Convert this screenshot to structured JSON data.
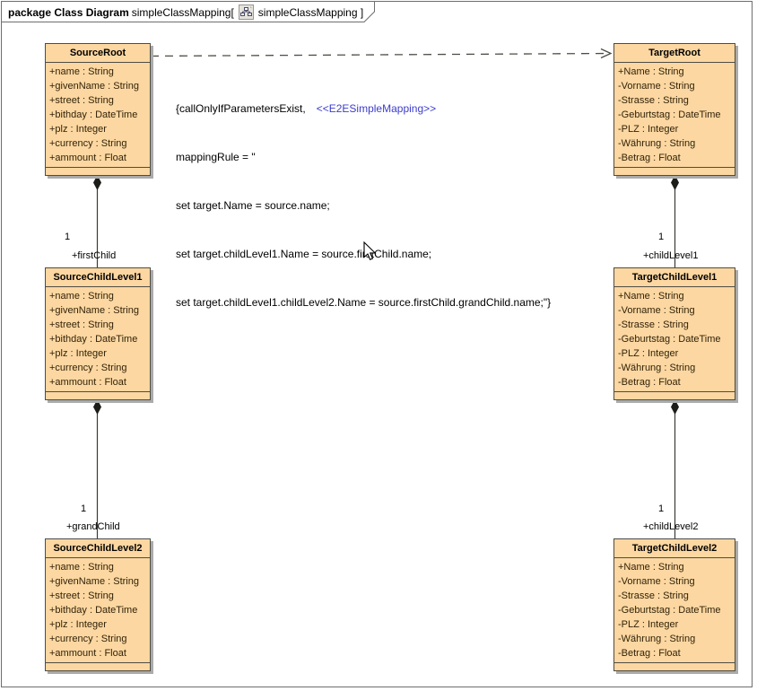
{
  "window": {
    "tab": {
      "keyword": "package Class Diagram",
      "diagram_name": "simpleClassMapping[",
      "diagram_name_bracket": "simpleClassMapping ]",
      "icon": "diagram-hierarchy-icon"
    }
  },
  "colors": {
    "class_fill": "#fcd7a1",
    "class_border": "#4d4d45",
    "shadow": "#ababab",
    "stereotype_blue": "#3c3ccd",
    "attribute_text": "#32230a"
  },
  "note": {
    "line1_black": "{callOnlyIfParametersExist,",
    "line1_blue": "<<E2ESimpleMapping>>",
    "lines": [
      "mappingRule = \"",
      "set target.Name = source.name;",
      "set target.childLevel1.Name = source.firstChild.name;",
      "set target.childLevel1.childLevel2.Name = source.firstChild.grandChild.name;\"}"
    ]
  },
  "classes": [
    {
      "name": "SourceRoot",
      "attributes": [
        "+name : String",
        "+givenName : String",
        "+street : String",
        "+bithday : DateTime",
        "+plz : Integer",
        "+currency : String",
        "+ammount : Float"
      ]
    },
    {
      "name": "TargetRoot",
      "attributes": [
        "+Name : String",
        "-Vorname : String",
        "-Strasse : String",
        "-Geburtstag : DateTime",
        "-PLZ : Integer",
        "-Währung : String",
        "-Betrag : Float"
      ]
    },
    {
      "name": "SourceChildLevel1",
      "attributes": [
        "+name : String",
        "+givenName : String",
        "+street : String",
        "+bithday : DateTime",
        "+plz : Integer",
        "+currency : String",
        "+ammount : Float"
      ]
    },
    {
      "name": "TargetChildLevel1",
      "attributes": [
        "+Name : String",
        "-Vorname : String",
        "-Strasse : String",
        "-Geburtstag : DateTime",
        "-PLZ : Integer",
        "-Währung : String",
        "-Betrag : Float"
      ]
    },
    {
      "name": "SourceChildLevel2",
      "attributes": [
        "+name : String",
        "+givenName : String",
        "+street : String",
        "+bithday : DateTime",
        "+plz : Integer",
        "+currency : String",
        "+ammount : Float"
      ]
    },
    {
      "name": "TargetChildLevel2",
      "attributes": [
        "+Name : String",
        "-Vorname : String",
        "-Strasse : String",
        "-Geburtstag : DateTime",
        "-PLZ : Integer",
        "-Währung : String",
        "-Betrag : Float"
      ]
    }
  ],
  "relations": {
    "source_first_child": {
      "multiplicity": "1",
      "role": "+firstChild"
    },
    "source_grand_child": {
      "multiplicity": "1",
      "role": "+grandChild"
    },
    "target_child_level1": {
      "multiplicity": "1",
      "role": "+childLevel1"
    },
    "target_child_level2": {
      "multiplicity": "1",
      "role": "+childLevel2"
    }
  }
}
